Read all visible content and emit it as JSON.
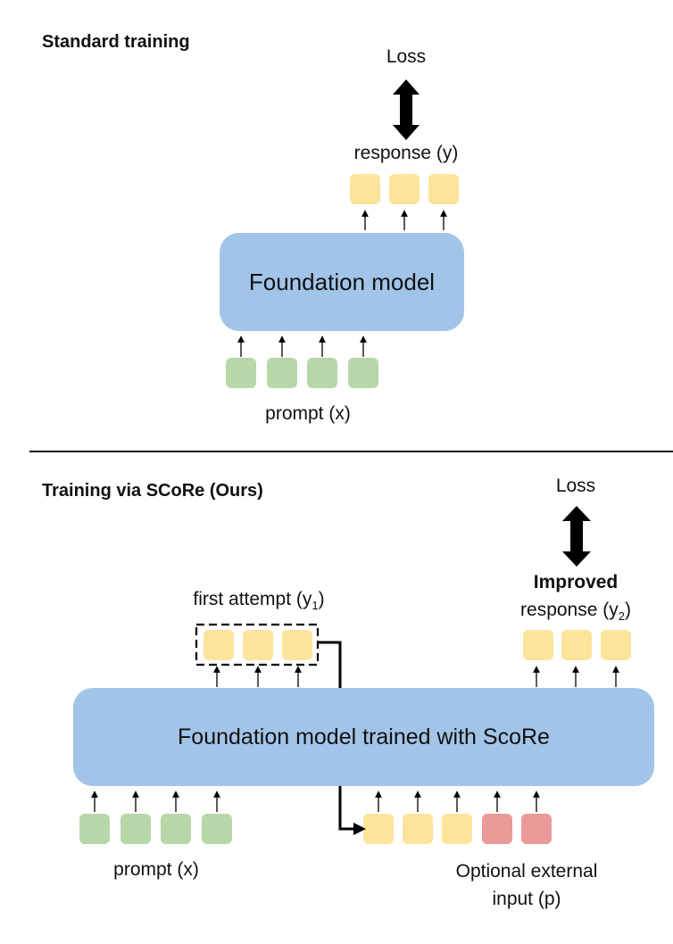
{
  "colors": {
    "model_fill": "#a2c4e8",
    "response_token": "#fde49b",
    "prompt_token": "#b7d7a8",
    "external_token": "#ea9a99",
    "arrow": "#000000"
  },
  "standard": {
    "title": "Standard training",
    "loss_label": "Loss",
    "response_label": "response (y)",
    "model_label": "Foundation model",
    "prompt_label": "prompt (x)",
    "response_tokens": 3,
    "prompt_tokens": 4
  },
  "score": {
    "title": "Training via SCoRe (Ours)",
    "loss_label": "Loss",
    "first_attempt_label": "first attempt (y",
    "first_attempt_sub": "1",
    "first_attempt_close": ")",
    "improved_bold": "Improved",
    "improved_label": "response (y",
    "improved_sub": "2",
    "improved_close": ")",
    "model_label": "Foundation model trained with ScoRe",
    "prompt_label": "prompt (x)",
    "external_label_line1": "Optional external",
    "external_label_line2": "input (p)",
    "first_attempt_tokens": 3,
    "improved_tokens": 3,
    "prompt_tokens": 4,
    "feedback_tokens": 3,
    "external_tokens": 2
  }
}
